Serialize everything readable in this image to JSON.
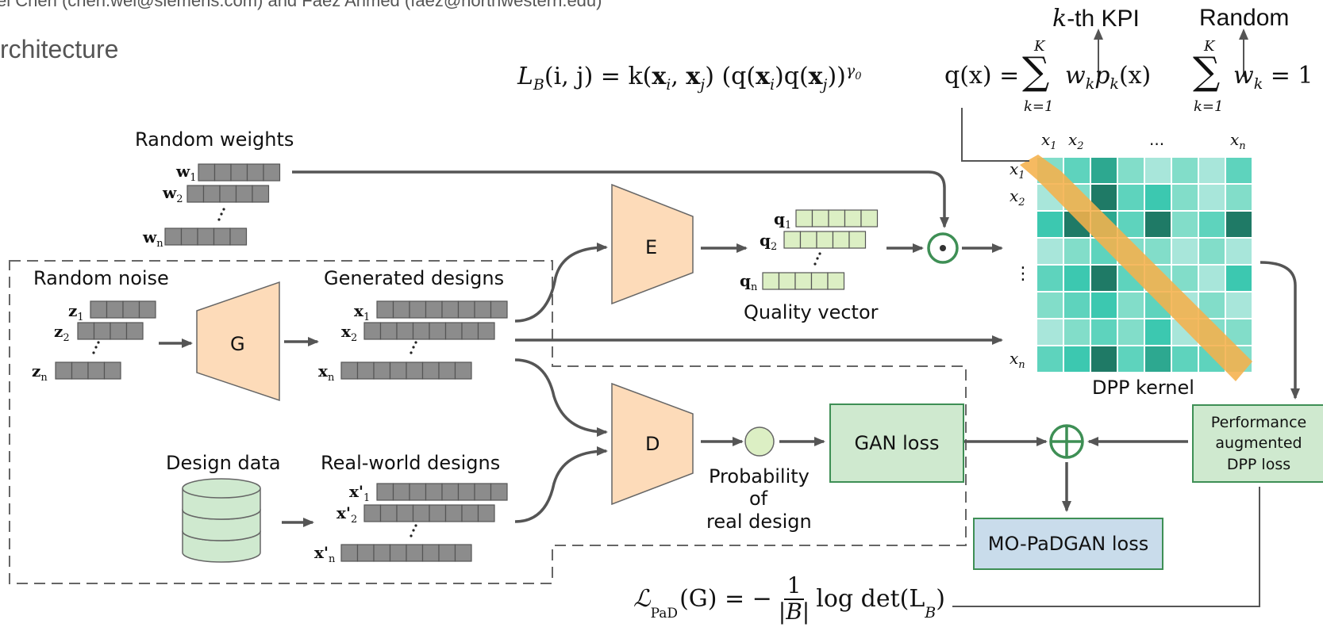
{
  "header": {
    "authors": "ei Chen (chen.wei@siemens.com) and Faez Ahmed (faez@northwestern.edu)",
    "section_title": "rchitecture"
  },
  "annotations": {
    "kpi": "-th KPI",
    "random": "Random"
  },
  "labels": {
    "random_weights": "Random weights",
    "random_noise": "Random noise",
    "generated_designs": "Generated designs",
    "design_data": "Design data",
    "real_world_designs": "Real-world designs",
    "quality_vector": "Quality vector",
    "dpp_kernel": "DPP kernel",
    "probability_l1": "Probability",
    "probability_l2": "of",
    "probability_l3": "real design"
  },
  "blocks": {
    "encoder": "E",
    "generator": "G",
    "discriminator": "D",
    "gan_loss": "GAN loss",
    "mo_padgan_loss": "MO-PaDGAN loss",
    "performance_loss_l1": "Performance",
    "performance_loss_l2": "augmented",
    "performance_loss_l3": "DPP loss"
  },
  "symbols": {
    "w": [
      "w",
      "w",
      "w"
    ],
    "w_sub": [
      "1",
      "2",
      "n"
    ],
    "z": [
      "z",
      "z",
      "z"
    ],
    "z_sub": [
      "1",
      "2",
      "n"
    ],
    "x": [
      "x",
      "x",
      "x"
    ],
    "x_sub": [
      "1",
      "2",
      "n"
    ],
    "xp": [
      "x'",
      "x'",
      "x'"
    ],
    "xp_sub": [
      "1",
      "2",
      "n"
    ],
    "q": [
      "q",
      "q",
      "q"
    ],
    "q_sub": [
      "1",
      "2",
      "n"
    ]
  },
  "matrix": {
    "col_labels": [
      "x1",
      "x2",
      "...",
      "xn"
    ],
    "row_labels": [
      "x1",
      "x2",
      "⋮",
      "xn"
    ],
    "size": 8,
    "cells": [
      [
        1,
        2,
        4,
        1,
        0,
        1,
        0,
        2
      ],
      [
        0,
        1,
        5,
        2,
        3,
        1,
        0,
        1
      ],
      [
        3,
        5,
        4,
        2,
        5,
        1,
        2,
        5
      ],
      [
        0,
        1,
        2,
        1,
        1,
        0,
        1,
        0
      ],
      [
        2,
        3,
        5,
        2,
        1,
        1,
        0,
        3
      ],
      [
        1,
        2,
        3,
        1,
        2,
        0,
        1,
        0
      ],
      [
        0,
        1,
        2,
        1,
        3,
        0,
        1,
        1
      ],
      [
        2,
        3,
        5,
        2,
        4,
        2,
        2,
        1
      ]
    ],
    "palette": [
      "#A8E6DA",
      "#82DDC9",
      "#5ED3BD",
      "#3CC8B0",
      "#2DA890",
      "#1F7A66"
    ]
  },
  "colors": {
    "trapezoid": "#FDDBB9",
    "green_box": "#CFE9CF",
    "blue_box": "#C9DCEB",
    "green_stroke": "#3E8F55",
    "cell_gray": "#8C8C8C",
    "cell_lightgreen": "#DCEFC4",
    "diagonal": "#F5B14B"
  },
  "equations": {
    "lb_lhs": "L",
    "lb_sub": "B",
    "lb_args": "(i, j) = k(",
    "lb_xi": "x",
    "lb_i": "i",
    "lb_mid1": ", ",
    "lb_xj": "x",
    "lb_j": "j",
    "lb_mid2": ") (q(",
    "lb_xi2": "x",
    "lb_i2": "i",
    "lb_mid3": ")q(",
    "lb_xj2": "x",
    "lb_j2": "j",
    "lb_end": "))",
    "lb_exp": "γ",
    "lb_exp_sub": "0",
    "q_lhs": "q(x) =",
    "sum_top": "K",
    "sum_bottom": "k=1",
    "q_rhs": "w",
    "q_rhs_sub": "k",
    "q_rhs2": "p",
    "q_rhs2_sub": "k",
    "q_rhs3": "(x)",
    "w_sum_rhs": "w",
    "w_sum_sub": "k",
    "w_sum_eq": " = 1",
    "pad_lhs": "ℒ",
    "pad_sub": "PaD",
    "pad_args": "(G) = −",
    "pad_num": "1",
    "pad_den": "|B|",
    "pad_rhs": "log det(L",
    "pad_rhs_sub": "B",
    "pad_rhs_end": ")",
    "sigma": "∑",
    "k_italic": "k"
  }
}
